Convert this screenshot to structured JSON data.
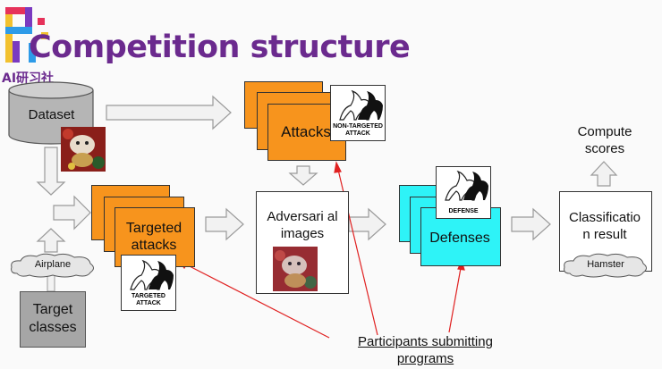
{
  "title": "Competition structure",
  "logo_text": "AI研习社",
  "nodes": {
    "dataset": "Dataset",
    "attacks": "Attacks",
    "targeted_attacks": "Targeted attacks",
    "adversarial_images": "Adversari al images",
    "defenses": "Defenses",
    "classification_result": "Classificatio n result",
    "compute_scores": "Compute scores",
    "target_classes": "Target classes",
    "airplane": "Airplane",
    "hamster": "Hamster",
    "participants": "Participants submitting programs"
  },
  "thumb_labels": {
    "non_targeted": "NON-TARGETED ATTACK",
    "targeted": "TARGETED ATTACK",
    "defense": "DEFENSE"
  },
  "colors": {
    "title": "#6b2a8e",
    "attack_orange": "#f7941d",
    "defense_cyan": "#2ef3f7",
    "target_gray": "#a6a6a6",
    "annotation_red": "#e02020"
  }
}
